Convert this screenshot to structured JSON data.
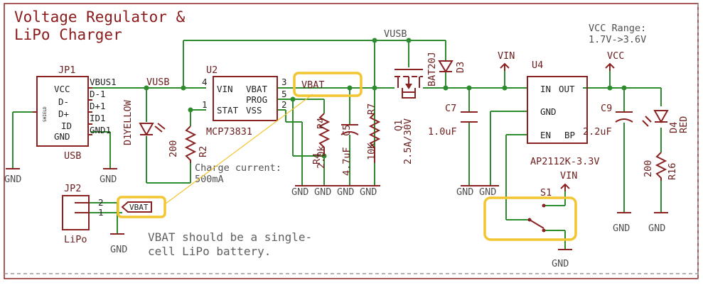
{
  "title": {
    "line1": "Voltage Regulator &",
    "line2": "LiPo Charger"
  },
  "vcc_range": {
    "line1": "VCC Range:",
    "line2": "1.7V->3.6V"
  },
  "jp1": {
    "ref": "JP1",
    "name": "USB",
    "pins": [
      "VCC",
      "D-",
      "D+",
      "ID",
      "GND"
    ],
    "shield": "SHIELD",
    "nets": [
      "VBUS1",
      "D-1",
      "D+1",
      "ID1",
      "GND1"
    ]
  },
  "u2": {
    "ref": "U2",
    "name": "MCP73831",
    "pin_vin": "VIN",
    "pin_vbat": "VBAT",
    "pin_prog": "PROG",
    "pin_stat": "STAT",
    "pin_vss": "VSS",
    "num_vin": "4",
    "num_vbat": "3",
    "num_prog": "5",
    "num_stat": "1",
    "num_vss": "2"
  },
  "nets": {
    "vusb_left": "VUSB",
    "vusb_top": "VUSB",
    "vbat": "VBAT",
    "vin_top": "VIN",
    "vcc": "VCC",
    "vin_s1": "VIN",
    "vbat_tag": "VBAT"
  },
  "d1": {
    "ref": "D1",
    "color": "YELLOW"
  },
  "r2": {
    "ref": "R2",
    "value": "200"
  },
  "charge_note": {
    "line1": "Charge current:",
    "line2": "500mA"
  },
  "r4": {
    "ref": "R4",
    "value": "2.0k"
  },
  "c5": {
    "ref": "C5",
    "value": "4.7uF"
  },
  "r7": {
    "ref": "R7",
    "value": "10K"
  },
  "q1": {
    "ref": "Q1",
    "value": "2.5A/30V"
  },
  "d3": {
    "ref": "D3",
    "value": "BAT20J"
  },
  "c7": {
    "ref": "C7",
    "value": "1.0uF"
  },
  "u4": {
    "ref": "U4",
    "name": "AP2112K-3.3V",
    "pin_in": "IN",
    "pin_out": "OUT",
    "pin_gnd": "GND",
    "pin_en": "EN",
    "pin_bp": "BP"
  },
  "c9": {
    "ref": "C9",
    "value": "2.2uF"
  },
  "d4": {
    "ref": "D4",
    "color": "RED"
  },
  "r16": {
    "ref": "R16",
    "value": "200"
  },
  "jp2": {
    "ref": "JP2",
    "name": "LiPo",
    "pin1": "1",
    "pin2": "2"
  },
  "s1": {
    "ref": "S1"
  },
  "lipo_note": {
    "line1": "VBAT should be a single-",
    "line2": "cell LiPo battery."
  },
  "gnd": {
    "jp1_left": "GND",
    "jp1_right": "GND",
    "g1": "GND",
    "g2": "GND",
    "g3": "GND",
    "g4": "GND",
    "c7": "GND",
    "u4": "GND",
    "s1": "GND",
    "c9": "GND",
    "r16": "GND",
    "jp2": "GND"
  },
  "colors": {
    "wire": "#2e8b2e",
    "symbol": "#8b2222",
    "highlight": "#f2c531",
    "frame": "#8b2222"
  }
}
